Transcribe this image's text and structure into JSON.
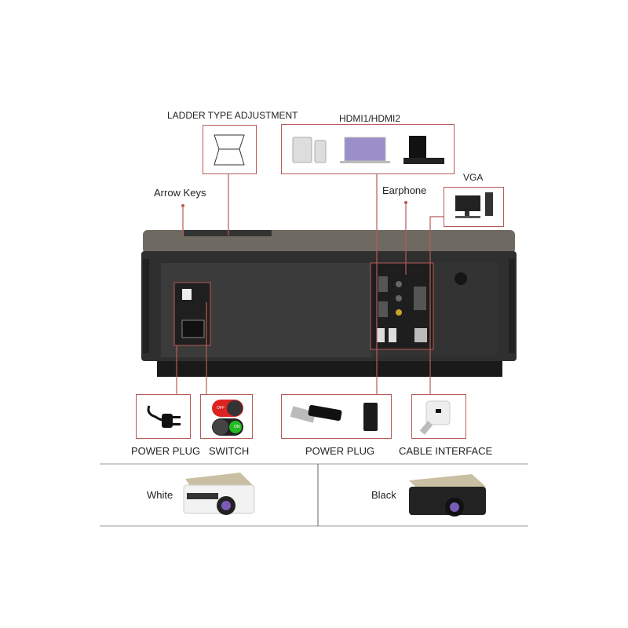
{
  "callouts": {
    "ladder": "LADDER TYPE ADJUSTMENT",
    "hdmi": "HDMI1/HDMI2",
    "vga": "VGA",
    "earphone": "Earphone",
    "arrow_keys": "Arrow Keys",
    "power_plug": "POWER PLUG",
    "switch": "SWITCH",
    "usb_power_plug": "POWER PLUG",
    "cable_interface": "CABLE INTERFACE"
  },
  "switch_states": {
    "off": "OFF",
    "on": "ON"
  },
  "variants": [
    {
      "label": "White"
    },
    {
      "label": "Black"
    }
  ],
  "colors": {
    "accent": "#b85a5a",
    "body": "#2e2e2e"
  }
}
